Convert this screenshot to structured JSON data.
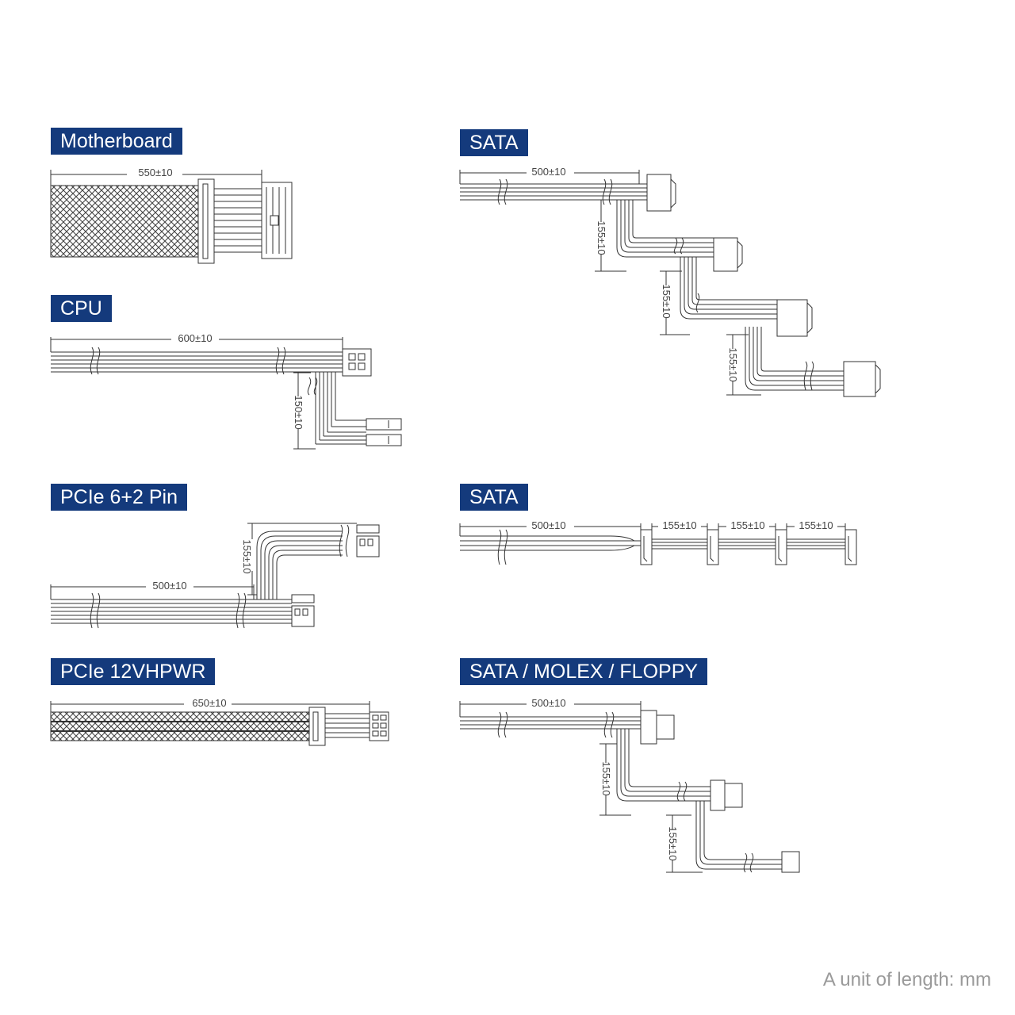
{
  "labels": {
    "motherboard": "Motherboard",
    "cpu": "CPU",
    "pcie62": "PCIe 6+2 Pin",
    "pcie12": "PCIe 12VHPWR",
    "sata1": "SATA",
    "sata2": "SATA",
    "sataMolex": "SATA / MOLEX / FLOPPY"
  },
  "dims": {
    "mb": "550±10",
    "cpu_main": "600±10",
    "cpu_branch": "150±10",
    "pcie62_main": "500±10",
    "pcie62_branch": "155±10",
    "pcie12": "650±10",
    "sata1_main": "500±10",
    "sata1_s1": "155±10",
    "sata1_s2": "155±10",
    "sata1_s3": "155±10",
    "sata2_main": "500±10",
    "sata2_s1": "155±10",
    "sata2_s2": "155±10",
    "sata2_s3": "155±10",
    "sm_main": "500±10",
    "sm_s1": "155±10",
    "sm_s2": "155±10"
  },
  "footer": "A unit of length: mm",
  "colors": {
    "label_bg": "#143a7c",
    "line": "#333333"
  }
}
